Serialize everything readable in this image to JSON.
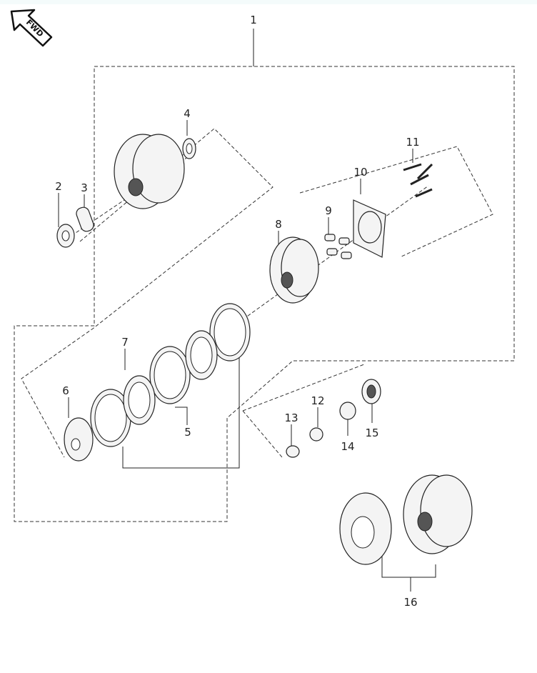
{
  "diagram": {
    "fwd_badge": "FWD",
    "callouts": [
      "1",
      "2",
      "3",
      "4",
      "5",
      "6",
      "7",
      "8",
      "9",
      "10",
      "11",
      "12",
      "13",
      "14",
      "15",
      "16"
    ]
  }
}
